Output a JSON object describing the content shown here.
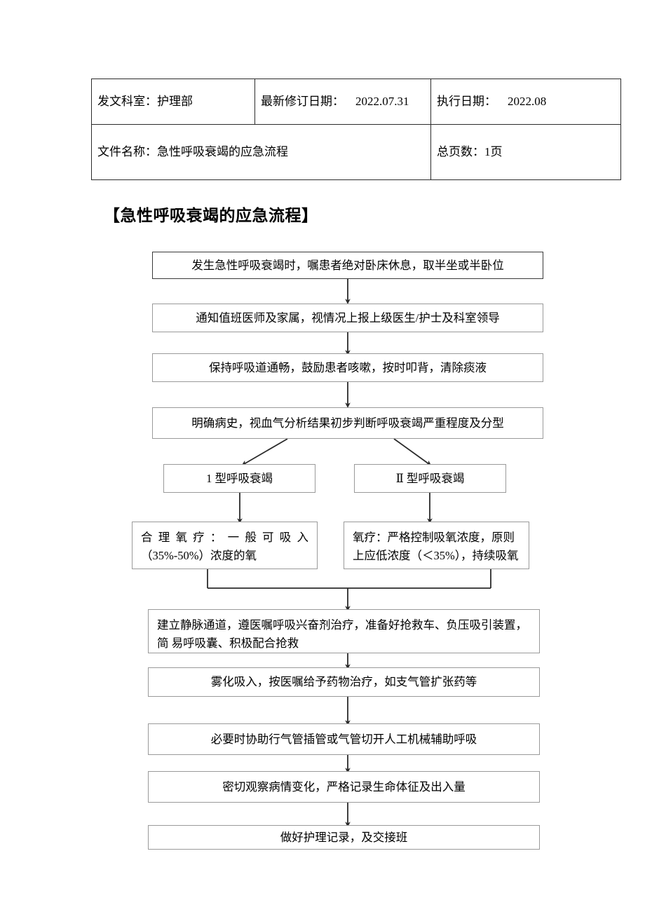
{
  "header_table": {
    "rows": [
      {
        "cells": [
          {
            "label": "发文科室：",
            "value": "护理部"
          },
          {
            "label": "最新修订日期：",
            "value": "2022.07.31"
          },
          {
            "label": "执行日期：",
            "value": "2022.08"
          }
        ]
      },
      {
        "cells": [
          {
            "label": "文件名称：",
            "value": "急性呼吸衰竭的应急流程"
          },
          {
            "label": "总页数：",
            "value": "1页"
          }
        ]
      }
    ]
  },
  "document": {
    "title": "【急性呼吸衰竭的应急流程】"
  },
  "flowchart": {
    "type": "flowchart",
    "orientation": "top-to-bottom",
    "nodes": [
      {
        "id": "n1",
        "text": "发生急性呼吸衰竭时，嘱患者绝对卧床休息，取半坐或半卧位"
      },
      {
        "id": "n2",
        "text": "通知值班医师及家属，视情况上报上级医生/护士及科室领导"
      },
      {
        "id": "n3",
        "text": "保持呼吸道通畅，鼓励患者咳嗽，按时叩背，清除痰液"
      },
      {
        "id": "n4",
        "text": "明确病史，视血气分析结果初步判断呼吸衰竭严重程度及分型"
      },
      {
        "id": "n5a",
        "text": "1 型呼吸衰竭"
      },
      {
        "id": "n5b",
        "text": "Ⅱ 型呼吸衰竭"
      },
      {
        "id": "n6a",
        "line1": "合理氧疗：一般可吸入",
        "line2": "（35%-50%）浓度的氧"
      },
      {
        "id": "n6b",
        "line1": "氧疗：严格控制吸氧浓度，原则",
        "line2": "上应低浓度（＜35%），持续吸氧"
      },
      {
        "id": "n7",
        "line1": "建立静脉通道，遵医嘱呼吸兴奋剂治疗，准备好抢救车、负压吸引装置，简",
        "line2": "易呼吸囊、积极配合抢救"
      },
      {
        "id": "n8",
        "text": "雾化吸入，按医嘱给予药物治疗，如支气管扩张药等"
      },
      {
        "id": "n9",
        "text": "必要时协助行气管插管或气管切开人工机械辅助呼吸"
      },
      {
        "id": "n10",
        "text": "密切观察病情变化，严格记录生命体征及出入量"
      },
      {
        "id": "n11",
        "text": "做好护理记录，及交接班"
      }
    ],
    "edges": [
      {
        "from": "n1",
        "to": "n2",
        "style": "straight"
      },
      {
        "from": "n2",
        "to": "n3",
        "style": "straight"
      },
      {
        "from": "n3",
        "to": "n4",
        "style": "straight"
      },
      {
        "from": "n4",
        "to": "n5a",
        "style": "diagonal-left"
      },
      {
        "from": "n4",
        "to": "n5b",
        "style": "diagonal-right"
      },
      {
        "from": "n5a",
        "to": "n6a",
        "style": "straight"
      },
      {
        "from": "n5b",
        "to": "n6b",
        "style": "straight"
      },
      {
        "from": "n6a",
        "to": "n7",
        "style": "merge"
      },
      {
        "from": "n6b",
        "to": "n7",
        "style": "merge"
      },
      {
        "from": "n7",
        "to": "n8",
        "style": "straight"
      },
      {
        "from": "n8",
        "to": "n9",
        "style": "straight"
      },
      {
        "from": "n9",
        "to": "n10",
        "style": "straight"
      },
      {
        "from": "n10",
        "to": "n11",
        "style": "straight"
      }
    ]
  },
  "colors": {
    "page_background": "#ffffff",
    "text": "#000000",
    "table_border": "#2b2b2b",
    "node_border": "#9a9a9a",
    "node_border_strong": "#3a3a3a",
    "connector": "#2b2b2b"
  }
}
